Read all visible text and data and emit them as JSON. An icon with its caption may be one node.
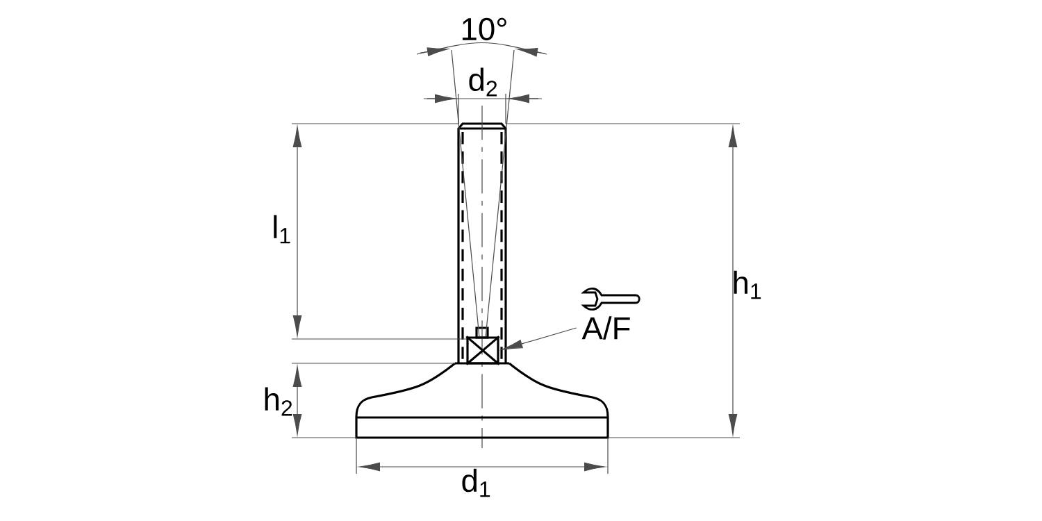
{
  "diagram": {
    "nodes": [
      {
        "text": [
          "A/F"
        ]
      },
      {
        "text": [],
        "shape": "box"
      }
    ],
    "edges": [
      {
        "from": 0,
        "to": 1,
        "arrow": "to"
      }
    ],
    "labels": [
      "10°",
      "d$_{2}$",
      "l$_{1}$",
      "h$_{1}$",
      "h$_{2}$",
      "d$_{1}$"
    ]
  }
}
